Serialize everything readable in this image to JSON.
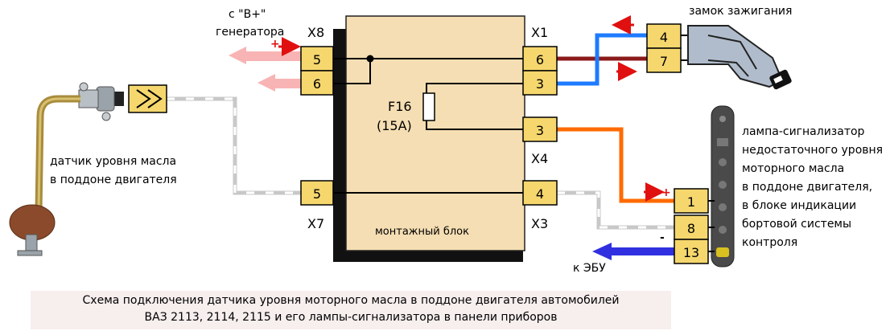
{
  "connectors": {
    "x8": "X8",
    "x1": "X1",
    "x4": "X4",
    "x7": "X7",
    "x3": "X3"
  },
  "labels": {
    "from_generator_line1": "с \"В+\"",
    "from_generator_line2": "генератора",
    "ignition_switch": "замок зажигания",
    "fuse": "F16",
    "fuse_rating": "(15А)",
    "mounting_block": "монтажный блок",
    "oil_sensor_line1": "датчик уровня масла",
    "oil_sensor_line2": "в поддоне двигателя",
    "to_ecu": "к ЭБУ",
    "plus": "+",
    "minus": "-"
  },
  "lamp_description": [
    "лампа-сигнализатор",
    "недостаточного уровня",
    "моторного масла",
    "в поддоне двигателя,",
    "в блоке индикации",
    "бортовой системы",
    "контроля"
  ],
  "pins": {
    "x8_top": "5",
    "x8_bottom": "6",
    "x1_top": "6",
    "x1_bottom": "3",
    "x4": "3",
    "x7": "5",
    "x3": "4",
    "ign_top": "4",
    "ign_bottom": "7",
    "panel_1": "1",
    "panel_2": "8",
    "panel_3": "13"
  },
  "caption": [
    "Схема подключения датчика уровня моторного масла в поддоне двигателя автомобилей",
    "ВАЗ 2113, 2114, 2115 и его лампы-сигнализатора в панели приборов"
  ],
  "colors": {
    "block_fill": "#f5deb3",
    "pin_fill": "#f5d76e",
    "wire_red": "#8b1a1a",
    "wire_blue": "#1e7bff",
    "wire_orange": "#ff6a00",
    "wire_gray": "#c8c8c8",
    "arrow_pink": "#f8b4b4",
    "arrow_blue": "#3030e0",
    "arrow_red": "#e01010"
  }
}
